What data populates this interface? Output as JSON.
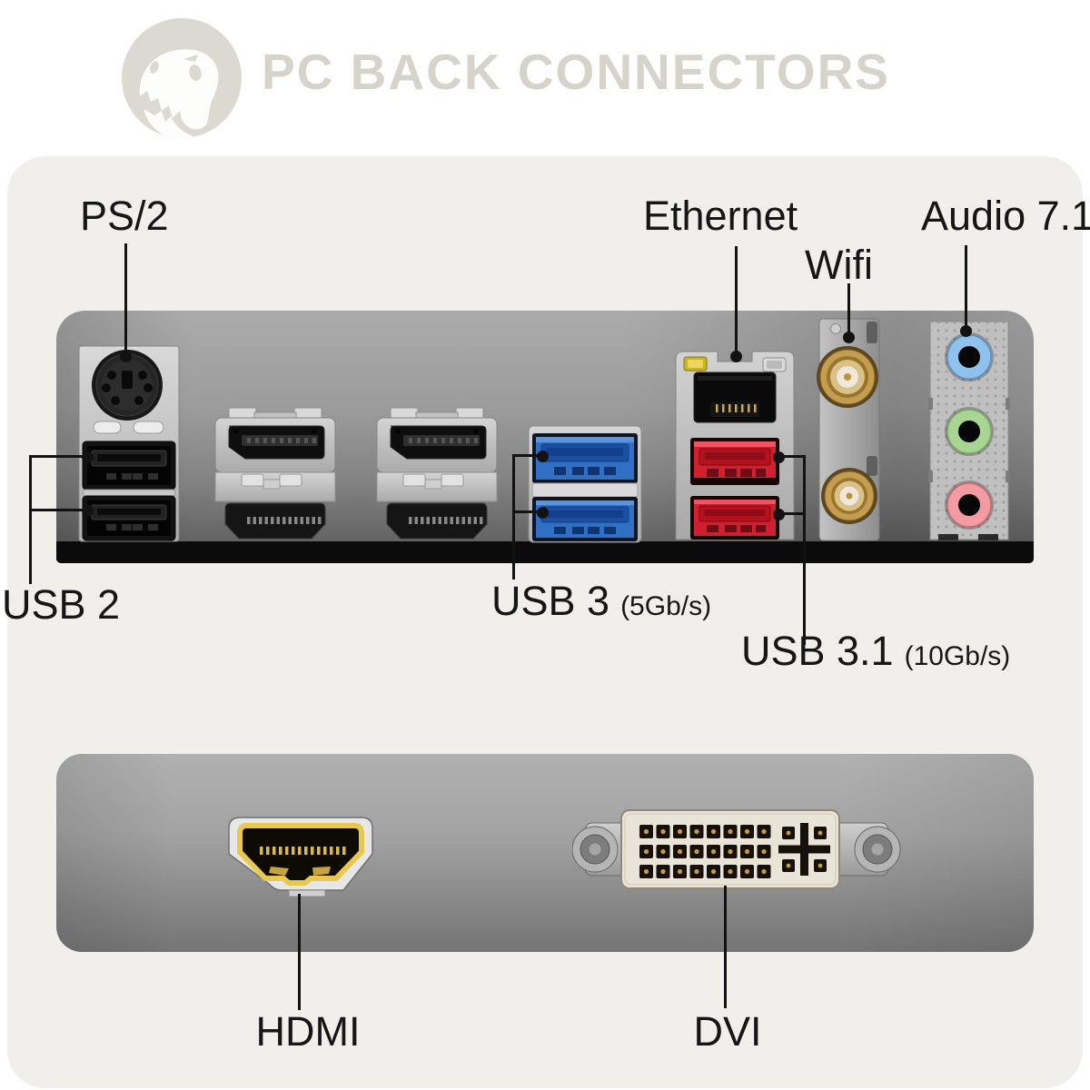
{
  "header": {
    "title": "PC BACK CONNECTORS"
  },
  "connector_labels": {
    "ps2": "PS/2",
    "ethernet": "Ethernet",
    "wifi": "Wifi",
    "audio": "Audio 7.1",
    "usb2": "USB 2",
    "usb3": "USB 3",
    "usb3_speed": "(5Gb/s)",
    "usb31": "USB 3.1",
    "usb31_speed": "(10Gb/s)",
    "hdmi": "HDMI",
    "dvi": "DVI"
  },
  "colors": {
    "title": "#d6d3cb",
    "panel_bg": "#f1efeb",
    "label": "#161616",
    "line": "#121212",
    "usb3": "#2f6fc4",
    "usb31": "#d01f2e",
    "line_in": "#8ec2ec",
    "line_out": "#a9d593",
    "mic": "#f49aa2",
    "gold": "#e8c84e"
  }
}
